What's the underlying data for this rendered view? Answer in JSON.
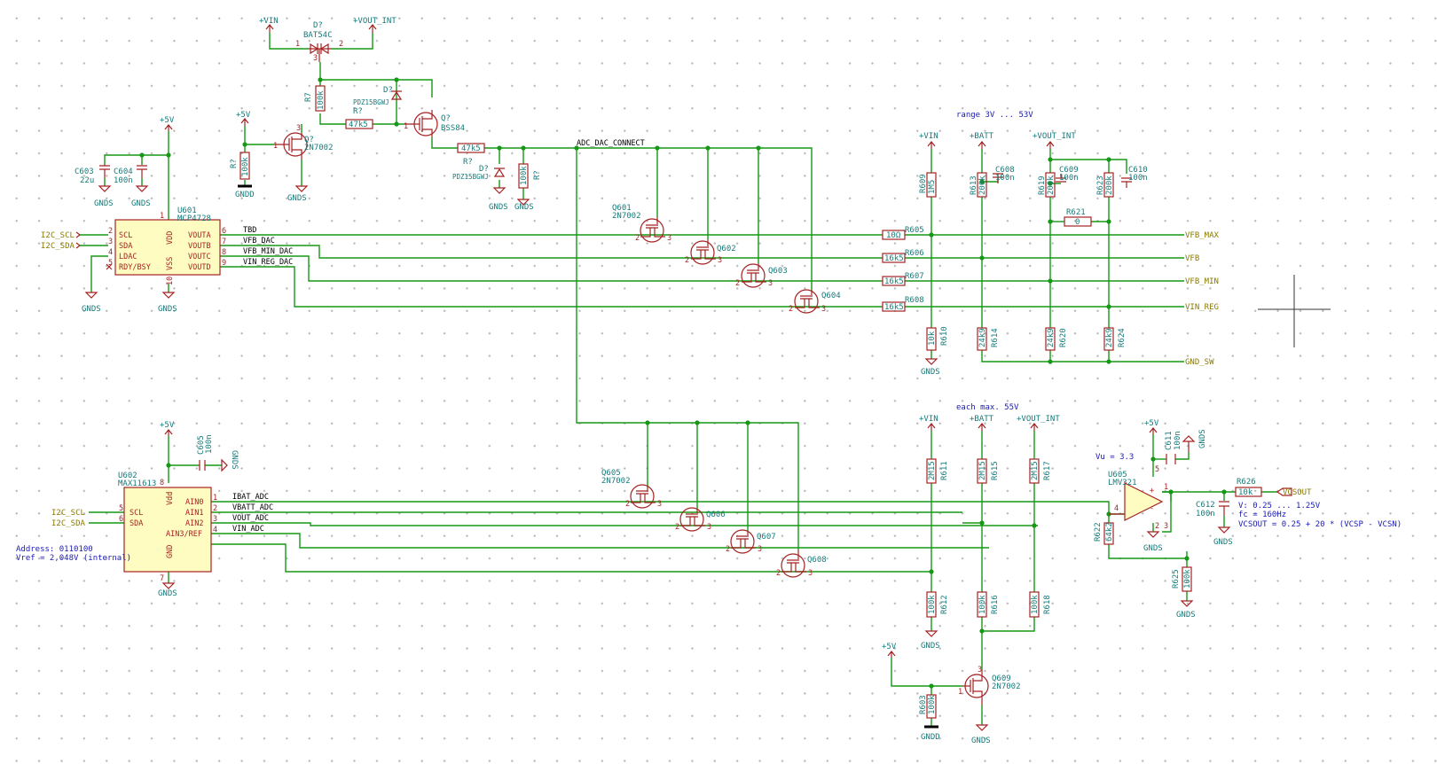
{
  "power": {
    "vin": "+VIN",
    "vout_int": "+VOUT_INT",
    "batt": "+BATT",
    "p5v": "+5V",
    "gnds": "GNDS",
    "gndd": "GNDD"
  },
  "diode_top": {
    "ref": "D?",
    "value": "BAT54C",
    "pin1": "1",
    "pin2": "2",
    "pin3": "3"
  },
  "resistors": {
    "r7": {
      "ref": "R7",
      "value": "100k"
    },
    "rq_mid": {
      "ref": "R?",
      "value": "47k5"
    },
    "rq_gate": {
      "ref": "R?",
      "value": "100k"
    },
    "rq_out": {
      "ref": "R?",
      "value": "47k5"
    },
    "rq_right": {
      "ref": "R?",
      "value": "100k"
    },
    "r605": {
      "ref": "R605",
      "value": "10Ω"
    },
    "r606": {
      "ref": "R606",
      "value": "16k5"
    },
    "r607": {
      "ref": "R607",
      "value": "16k5"
    },
    "r608": {
      "ref": "R608",
      "value": "16k5"
    },
    "r609": {
      "ref": "R609",
      "value": "1M5"
    },
    "r610": {
      "ref": "R610",
      "value": "10k"
    },
    "r613": {
      "ref": "R613",
      "value": "200k"
    },
    "r614": {
      "ref": "R614",
      "value": "24k9"
    },
    "r619": {
      "ref": "R619",
      "value": "200k"
    },
    "r620": {
      "ref": "R620",
      "value": "24k9"
    },
    "r621": {
      "ref": "R621",
      "value": "0"
    },
    "r623": {
      "ref": "R623",
      "value": "200k"
    },
    "r624": {
      "ref": "R624",
      "value": "24k9"
    },
    "r611": {
      "ref": "R611",
      "value": "2M15"
    },
    "r612": {
      "ref": "R612",
      "value": "100k"
    },
    "r615": {
      "ref": "R615",
      "value": "2M15"
    },
    "r616": {
      "ref": "R616",
      "value": "100k"
    },
    "r617": {
      "ref": "R617",
      "value": "2M15"
    },
    "r618": {
      "ref": "R618",
      "value": "100k"
    },
    "r622": {
      "ref": "R622",
      "value": "64k2"
    },
    "r625": {
      "ref": "R625",
      "value": "100k"
    },
    "r626": {
      "ref": "R626",
      "value": "10k"
    },
    "r603": {
      "ref": "R603",
      "value": "100k"
    }
  },
  "zeners": {
    "d_top": {
      "ref": "D?",
      "value": "PDZ15BGWJ"
    },
    "d_mid": {
      "ref": "D?",
      "value": "PDZ15BGWJ"
    }
  },
  "fets": {
    "q_bs": {
      "ref": "Q?",
      "value": "BSS84"
    },
    "q_2n": {
      "ref": "Q?",
      "value": "2N7002"
    },
    "q601": {
      "ref": "Q601",
      "value": "2N7002"
    },
    "q602": {
      "ref": "Q602"
    },
    "q603": {
      "ref": "Q603"
    },
    "q604": {
      "ref": "Q604"
    },
    "q605": {
      "ref": "Q605",
      "value": "2N7002"
    },
    "q606": {
      "ref": "Q606"
    },
    "q607": {
      "ref": "Q607"
    },
    "q608": {
      "ref": "Q608"
    },
    "q609": {
      "ref": "Q609",
      "value": "2N7002"
    }
  },
  "caps": {
    "c603": {
      "ref": "C603",
      "value": "22u"
    },
    "c604": {
      "ref": "C604",
      "value": "100n"
    },
    "c605": {
      "ref": "C605",
      "value": "100n"
    },
    "c608": {
      "ref": "C608",
      "value": "100n"
    },
    "c609": {
      "ref": "C609",
      "value": "100n"
    },
    "c610": {
      "ref": "C610",
      "value": "100n"
    },
    "c611": {
      "ref": "C611",
      "value": "100n"
    },
    "c612": {
      "ref": "C612",
      "value": "100n"
    }
  },
  "u601": {
    "ref": "U601",
    "value": "MCP4728",
    "left_pins": [
      "SCL",
      "SDA",
      "LDAC",
      "RDY/BSY"
    ],
    "left_nums": [
      "2",
      "3",
      "4",
      "5"
    ],
    "right_pins": [
      "VOUTA",
      "VOUTB",
      "VOUTC",
      "VOUTD"
    ],
    "right_nums": [
      "6",
      "7",
      "8",
      "9"
    ],
    "vdd": "VDD",
    "vss": "VSS",
    "vdd_num": "1",
    "vss_num": "10"
  },
  "u602": {
    "ref": "U602",
    "value": "MAX11613",
    "left_pins": [
      "SCL",
      "SDA"
    ],
    "left_nums": [
      "5",
      "6"
    ],
    "right_pins": [
      "AIN0",
      "AIN1",
      "AIN2",
      "AIN3/REF"
    ],
    "right_nums": [
      "1",
      "2",
      "3",
      "4"
    ],
    "vdd": "Vdd",
    "gnd": "GND",
    "vdd_num": "8",
    "gnd_num": "7"
  },
  "u605": {
    "ref": "U605",
    "value": "LMV321",
    "plus": "+",
    "minus": "-",
    "pin1": "1",
    "pin3": "3",
    "pin4": "4",
    "pin5": "5",
    "pin2": "2"
  },
  "nets": {
    "tbd": "TBD",
    "vfb_dac": "VFB_DAC",
    "vfb_min_dac": "VFB_MIN_DAC",
    "vin_reg_dac": "VIN_REG_DAC",
    "adc_dac_connect": "ADC_DAC_CONNECT",
    "ibat_adc": "IBAT_ADC",
    "vbatt_adc": "VBATT_ADC",
    "vout_adc": "VOUT_ADC",
    "vin_adc": "VIN_ADC"
  },
  "globals": {
    "i2c_scl": "I2C_SCL",
    "i2c_sda": "I2C_SDA",
    "vfb_max": "VFB_MAX",
    "vfb": "VFB",
    "vfb_min": "VFB_MIN",
    "vin_reg": "VIN_REG",
    "gnd_sw": "GND_SW",
    "vcsout": "VCSOUT"
  },
  "notes": {
    "range": "range 3V ... 53V",
    "each_max": "each max. 55V",
    "vu": "Vu = 3.3",
    "v_range": "V: 0.25 ... 1.25V",
    "fc": "fc = 160Hz",
    "vcsout_eq": "VCSOUT = 0.25 + 20 * (VCSP - VCSN)",
    "address": "Address: 0110100",
    "vref": "Vref = 2,048V (internal)"
  },
  "pin_nums": {
    "n1": "1",
    "n2": "2",
    "n3": "3",
    "nc": "X"
  }
}
